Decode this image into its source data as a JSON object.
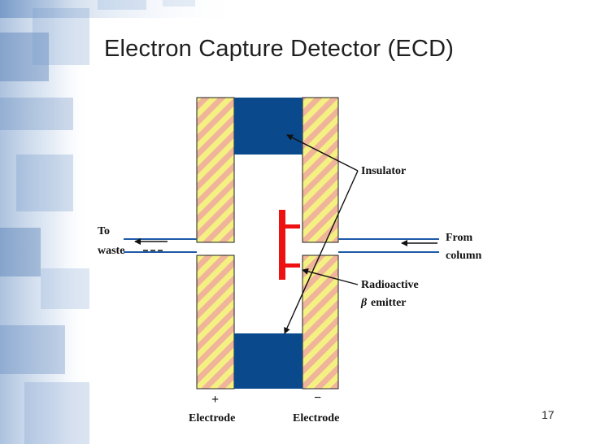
{
  "slide": {
    "title": "Electron Capture Detector (ECD)",
    "page_number": "17"
  },
  "diagram": {
    "labels": {
      "insulator": "Insulator",
      "to": "To",
      "waste": "waste",
      "from": "From",
      "column": "column",
      "radioactive": "Radioactive",
      "beta_symbol": "β",
      "emitter": "emitter",
      "plus_sign": "+",
      "minus_sign": "−",
      "electrode_left": "Electrode",
      "electrode_right": "Electrode"
    },
    "colors": {
      "insulator_fill": "#0a4a8c",
      "emitter_fill": "#ee1111",
      "hatch_yellow": "#f4f082",
      "hatch_pink": "#f0b49a",
      "gas_line": "#1e5aa8",
      "slide_accent": "#5a86c0"
    }
  }
}
